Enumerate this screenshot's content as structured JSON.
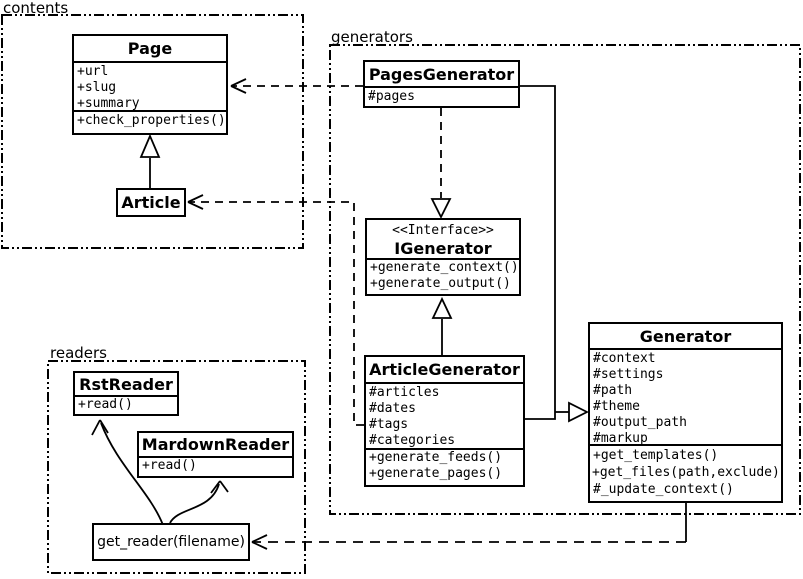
{
  "packages": {
    "contents": {
      "label": "contents"
    },
    "generators": {
      "label": "generators"
    },
    "readers": {
      "label": "readers"
    }
  },
  "classes": {
    "page": {
      "name": "Page",
      "attributes": [
        "+url",
        "+slug",
        "+summary"
      ],
      "methods": [
        "+check_properties()"
      ]
    },
    "article": {
      "name": "Article"
    },
    "pages_generator": {
      "name": "PagesGenerator",
      "attributes": [
        "#pages"
      ]
    },
    "igenerator": {
      "stereotype": "<<Interface>>",
      "name": "IGenerator",
      "methods": [
        "+generate_context()",
        "+generate_output()"
      ]
    },
    "article_generator": {
      "name": "ArticleGenerator",
      "attributes": [
        "#articles",
        "#dates",
        "#tags",
        "#categories"
      ],
      "methods": [
        "+generate_feeds()",
        "+generate_pages()"
      ]
    },
    "generator": {
      "name": "Generator",
      "attributes": [
        "#context",
        "#settings",
        "#path",
        "#theme",
        "#output_path",
        "#markup"
      ],
      "methods": [
        "+get_templates()",
        "+get_files(path,exclude)",
        "#_update_context()"
      ]
    },
    "rst_reader": {
      "name": "RstReader",
      "methods": [
        "+read()"
      ]
    },
    "mardown_reader": {
      "name": "MardownReader",
      "methods": [
        "+read()"
      ]
    },
    "get_reader": {
      "label": "get_reader(filename)"
    }
  },
  "colors": {
    "line": "#000000",
    "background": "#ffffff"
  }
}
